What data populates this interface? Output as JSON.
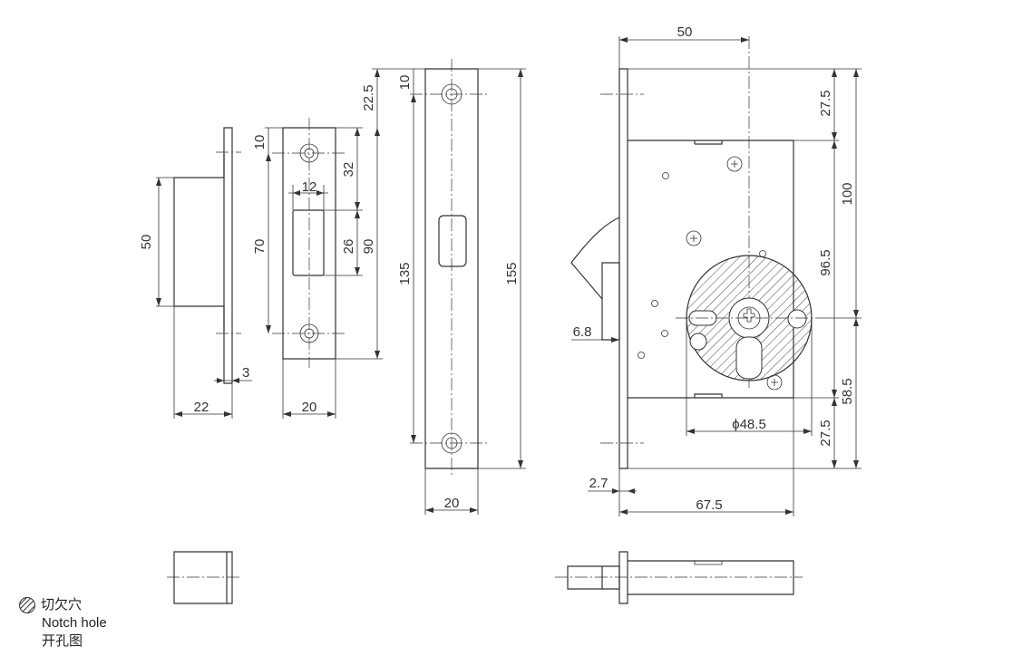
{
  "dimensions": {
    "strike_side": {
      "height": "50",
      "depth": "22",
      "thickness": "3"
    },
    "strike_face": {
      "top": "10",
      "opening_top": "32",
      "opening_width": "12",
      "opening_height": "26",
      "hole_spacing": "70",
      "total": "90",
      "width": "20"
    },
    "faceplate": {
      "top": "10",
      "top_offset": "22.5",
      "hole_spacing": "135",
      "total": "155",
      "width": "20"
    },
    "lock_body": {
      "width_top": "50",
      "top": "27.5",
      "case": "96.5",
      "backset": "100",
      "lower": "58.5",
      "bottom": "27.5",
      "cylinder": "ϕ48.5",
      "depth": "67.5",
      "latch": "6.8",
      "plate": "2.7"
    }
  },
  "legend": {
    "line1": "切欠穴",
    "line2": "Notch hole",
    "line3": "开孔图"
  }
}
